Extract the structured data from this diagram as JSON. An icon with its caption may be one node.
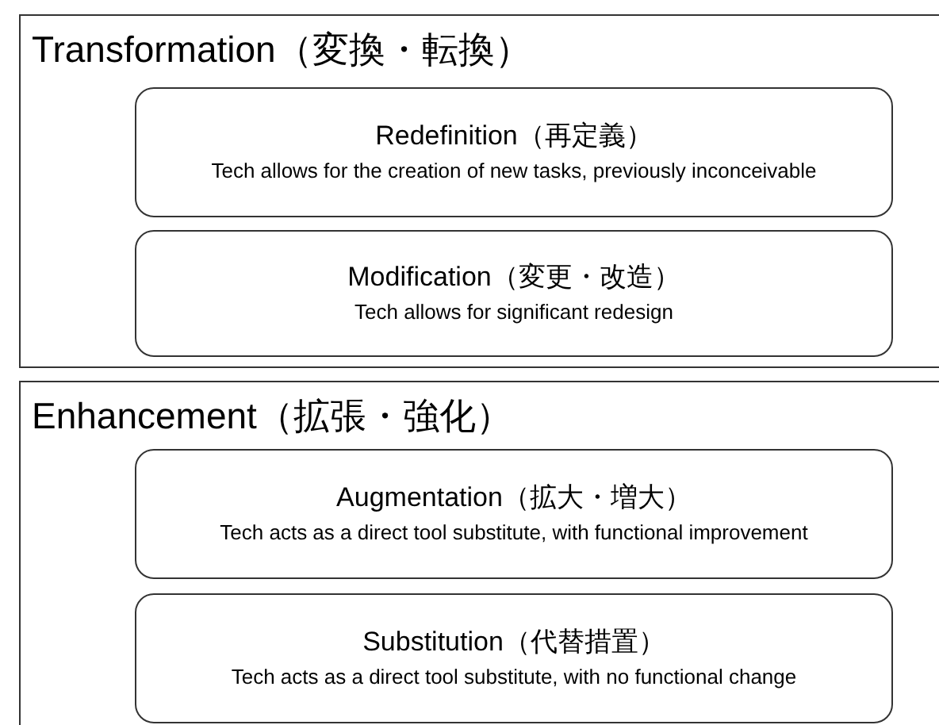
{
  "diagram": {
    "nodes": [
      {
        "text": [
          "Transformation（変換・転換）"
        ]
      },
      {
        "text": [
          "Redefinition（再定義）",
          "Tech allows for the creation of new tasks, previously inconceivable"
        ],
        "in": 0
      },
      {
        "text": [
          "Modification（変更・改造）",
          "Tech allows for significant redesign"
        ],
        "in": 0
      },
      {
        "text": [
          "Enhancement（拡張・強化）"
        ]
      },
      {
        "text": [
          "Augmentation（拡大・増大）",
          "Tech acts as a direct tool substitute, with functional improvement"
        ],
        "in": 3
      },
      {
        "text": [
          "Substitution（代替措置）",
          "Tech acts as a direct tool substitute, with no functional change"
        ],
        "in": 3
      }
    ]
  }
}
